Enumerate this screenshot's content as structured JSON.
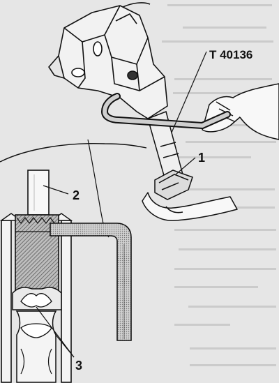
{
  "labels": {
    "tool": "T 40136",
    "part1": "1",
    "part2": "2",
    "part3": "3"
  },
  "colors": {
    "background": "#e6e6e6",
    "ink": "#111111",
    "hatch": "#555555",
    "faint_text": "#a8a8a8"
  }
}
